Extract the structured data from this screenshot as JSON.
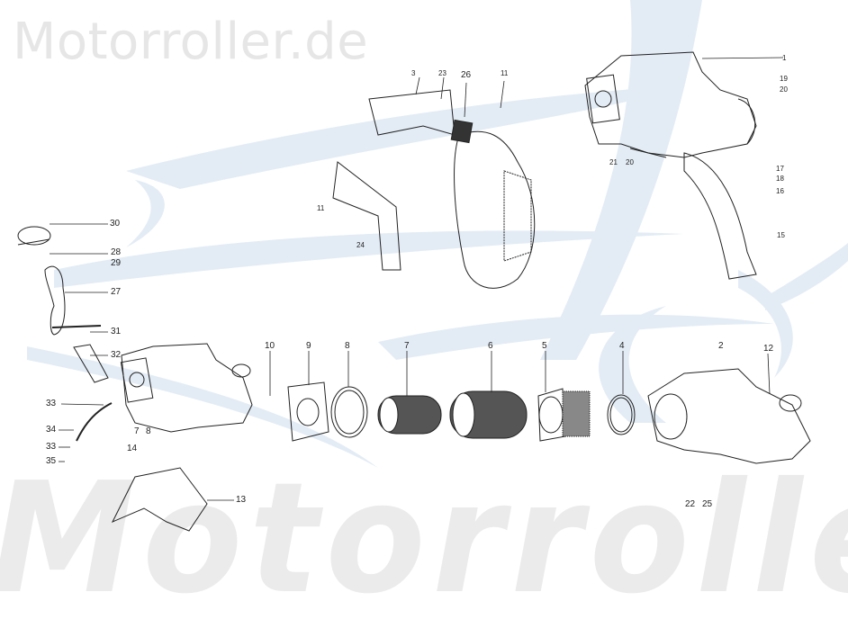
{
  "watermark": {
    "top_text": "Motorroller.de",
    "bottom_text": "Motorroller",
    "logo_color": "#e3ecf5",
    "text_color": "#e6e6e6"
  },
  "diagram": {
    "type": "exploded parts diagram",
    "subject": "scooter air filter housing / fan cover assembly",
    "parts": [
      {
        "id": "p1",
        "label": "1"
      },
      {
        "id": "p2",
        "label": "2"
      },
      {
        "id": "p3",
        "label": "3"
      },
      {
        "id": "p4",
        "label": "4"
      },
      {
        "id": "p5",
        "label": "5"
      },
      {
        "id": "p6",
        "label": "6"
      },
      {
        "id": "p7",
        "label": "7"
      },
      {
        "id": "p7b",
        "label": "7"
      },
      {
        "id": "p8",
        "label": "8"
      },
      {
        "id": "p8b",
        "label": "8"
      },
      {
        "id": "p9",
        "label": "9"
      },
      {
        "id": "p10",
        "label": "10"
      },
      {
        "id": "p11a",
        "label": "11"
      },
      {
        "id": "p11b",
        "label": "11"
      },
      {
        "id": "p12",
        "label": "12"
      },
      {
        "id": "p13",
        "label": "13"
      },
      {
        "id": "p14",
        "label": "14"
      },
      {
        "id": "p15",
        "label": "15"
      },
      {
        "id": "p16",
        "label": "16"
      },
      {
        "id": "p17",
        "label": "17"
      },
      {
        "id": "p18",
        "label": "18"
      },
      {
        "id": "p19",
        "label": "19"
      },
      {
        "id": "p20a",
        "label": "20"
      },
      {
        "id": "p20b",
        "label": "20"
      },
      {
        "id": "p21",
        "label": "21"
      },
      {
        "id": "p22",
        "label": "22"
      },
      {
        "id": "p23",
        "label": "23"
      },
      {
        "id": "p24",
        "label": "24"
      },
      {
        "id": "p25",
        "label": "25"
      },
      {
        "id": "p26",
        "label": "26"
      },
      {
        "id": "p27",
        "label": "27"
      },
      {
        "id": "p28",
        "label": "28"
      },
      {
        "id": "p29",
        "label": "29"
      },
      {
        "id": "p30",
        "label": "30"
      },
      {
        "id": "p31",
        "label": "31"
      },
      {
        "id": "p32",
        "label": "32"
      },
      {
        "id": "p33a",
        "label": "33"
      },
      {
        "id": "p33b",
        "label": "33"
      },
      {
        "id": "p34",
        "label": "34"
      },
      {
        "id": "p35",
        "label": "35"
      }
    ]
  }
}
